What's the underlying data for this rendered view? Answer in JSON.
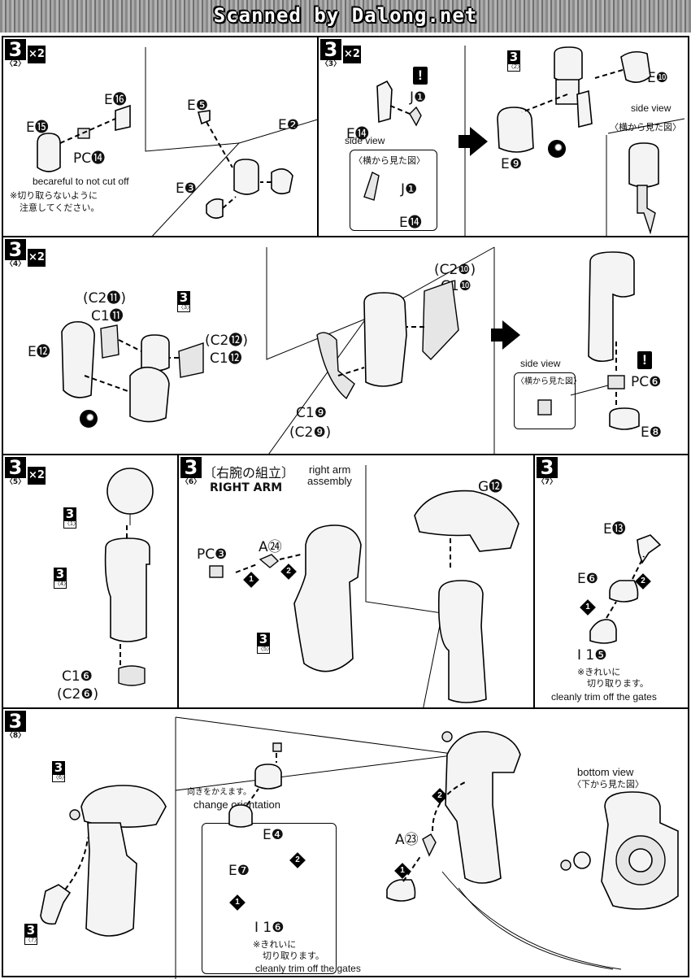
{
  "banner": "Scanned by Dalong.net",
  "step_number": "3",
  "multiplier": "×2",
  "sections": {
    "s2": {
      "sub": "〈2〉",
      "labels": {
        "e16": "E⓰",
        "e15": "E⓯",
        "pc14": "PC⓮",
        "e5": "E❺",
        "e2": "E❷",
        "e3": "E❸"
      },
      "note_en": "becareful to not cut off",
      "note_jp1": "※切り取らないように",
      "note_jp2": "注意してください。"
    },
    "s3": {
      "sub": "〈3〉",
      "ref_sub": "〈2〉",
      "labels": {
        "j1": "J❶",
        "e14": "E⓮",
        "e10": "E❿",
        "e9": "E❾",
        "inset_j1": "J❶",
        "inset_e14": "E⓮"
      },
      "side_view": "side view",
      "side_view_jp": "〈横から見た図〉",
      "side_view_right": "side view",
      "side_view_right_jp": "〈横から見た図〉"
    },
    "s4": {
      "sub": "〈4〉",
      "ref_sub": "〈3〉",
      "labels": {
        "c2_11": "(C2⓫)",
        "c1_11": "C1⓫",
        "e12": "E⓬",
        "c2_12": "(C2⓬)",
        "c1_12": "C1⓬",
        "c2_10": "(C2❿)",
        "c1_10": "C1❿",
        "c1_9": "C1❾",
        "c2_9": "(C2❾)",
        "pc6": "PC❻",
        "e8": "E❽"
      },
      "side_view": "side view",
      "side_view_jp": "〈横から見た図〉"
    },
    "s5": {
      "sub": "〈5〉",
      "ref1_sub": "〈1〉",
      "ref4_sub": "〈4〉",
      "labels": {
        "c1_6": "C1❻",
        "c2_6": "(C2❻)"
      }
    },
    "s6": {
      "sub": "〈6〉",
      "title_jp": "〔右腕の組立〕",
      "title_en": "RIGHT ARM",
      "title_en2a": "right arm",
      "title_en2b": "assembly",
      "ref_sub": "〈5〉",
      "labels": {
        "pc3": "PC❸",
        "a24": "A㉔",
        "g12": "G⓬"
      }
    },
    "s7": {
      "sub": "〈7〉",
      "labels": {
        "e13": "E⓭",
        "e6": "E❻",
        "i15": "I 1❺"
      },
      "note_jp1": "※きれいに",
      "note_jp2": "切り取ります。",
      "note_en": "cleanly trim off the gates"
    },
    "s8": {
      "sub": "〈8〉",
      "ref6_sub": "〈6〉",
      "ref7_sub": "〈7〉",
      "orient_jp": "向きをかえます。",
      "orient_en": "change orientation",
      "labels": {
        "e4": "E❹",
        "e7": "E❼",
        "i16": "I 1❻",
        "a23": "A㉓"
      },
      "note_jp1": "※きれいに",
      "note_jp2": "切り取ります。",
      "note_en": "cleanly trim off the gates",
      "bottom_view": "bottom view",
      "bottom_view_jp": "〈下から見た図〉"
    }
  },
  "order_marks": [
    "1",
    "2"
  ],
  "warning_mark": "!"
}
